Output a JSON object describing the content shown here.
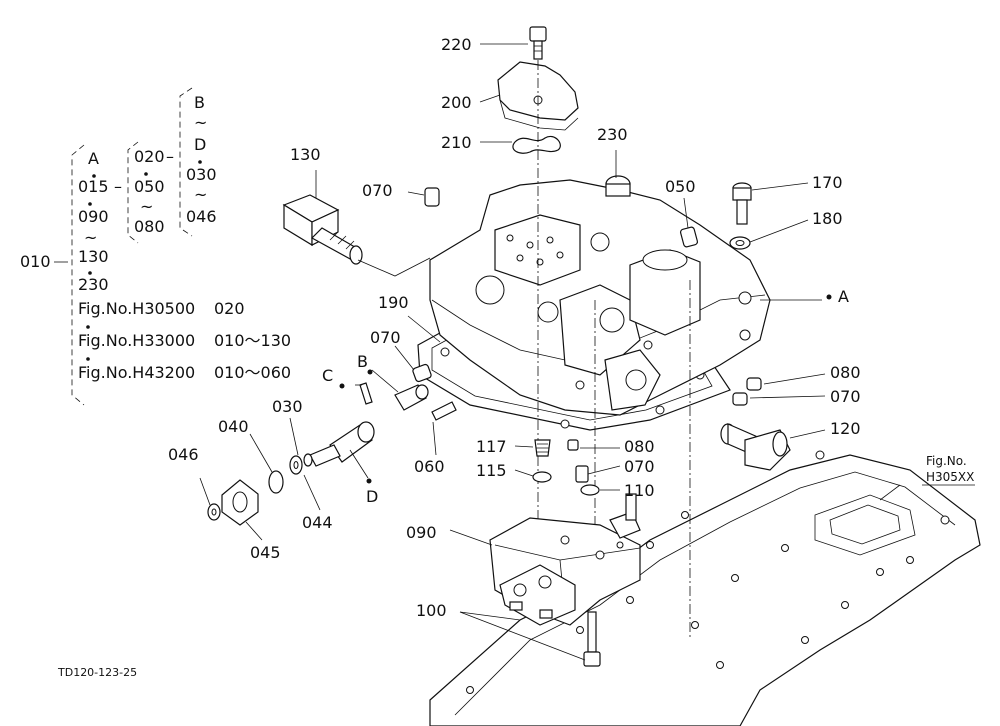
{
  "drawing_code": "TD120-123-25",
  "reference_box": {
    "line1": "Fig.No.",
    "line2": "H305XX"
  },
  "assembly_legend": {
    "main_label": "010",
    "col1": [
      "A",
      "015",
      "090",
      "~",
      "130",
      "230"
    ],
    "col2": [
      "020",
      "050",
      "~",
      "080"
    ],
    "col3": [
      "B",
      "~",
      "D",
      "030",
      "~",
      "046"
    ],
    "col2_sep": "–",
    "col3_sep": "–",
    "fig_refs": [
      {
        "fig": "Fig.No.H30500",
        "range": "020"
      },
      {
        "fig": "Fig.No.H33000",
        "range": "010～130"
      },
      {
        "fig": "Fig.No.H43200",
        "range": "010～060"
      }
    ]
  },
  "callouts": [
    {
      "id": "220",
      "text": "220"
    },
    {
      "id": "200",
      "text": "200"
    },
    {
      "id": "210",
      "text": "210"
    },
    {
      "id": "230",
      "text": "230"
    },
    {
      "id": "130",
      "text": "130"
    },
    {
      "id": "070a",
      "text": "070"
    },
    {
      "id": "050",
      "text": "050"
    },
    {
      "id": "170",
      "text": "170"
    },
    {
      "id": "180",
      "text": "180"
    },
    {
      "id": "A",
      "text": "A"
    },
    {
      "id": "190",
      "text": "190"
    },
    {
      "id": "070b",
      "text": "070"
    },
    {
      "id": "B",
      "text": "B"
    },
    {
      "id": "C",
      "text": "C"
    },
    {
      "id": "080a",
      "text": "080"
    },
    {
      "id": "070c",
      "text": "070"
    },
    {
      "id": "120",
      "text": "120"
    },
    {
      "id": "030",
      "text": "030"
    },
    {
      "id": "040",
      "text": "040"
    },
    {
      "id": "046",
      "text": "046"
    },
    {
      "id": "044",
      "text": "044"
    },
    {
      "id": "045",
      "text": "045"
    },
    {
      "id": "D",
      "text": "D"
    },
    {
      "id": "060",
      "text": "060"
    },
    {
      "id": "117",
      "text": "117"
    },
    {
      "id": "080b",
      "text": "080"
    },
    {
      "id": "115",
      "text": "115"
    },
    {
      "id": "070d",
      "text": "070"
    },
    {
      "id": "110",
      "text": "110"
    },
    {
      "id": "090",
      "text": "090"
    },
    {
      "id": "100",
      "text": "100"
    }
  ]
}
